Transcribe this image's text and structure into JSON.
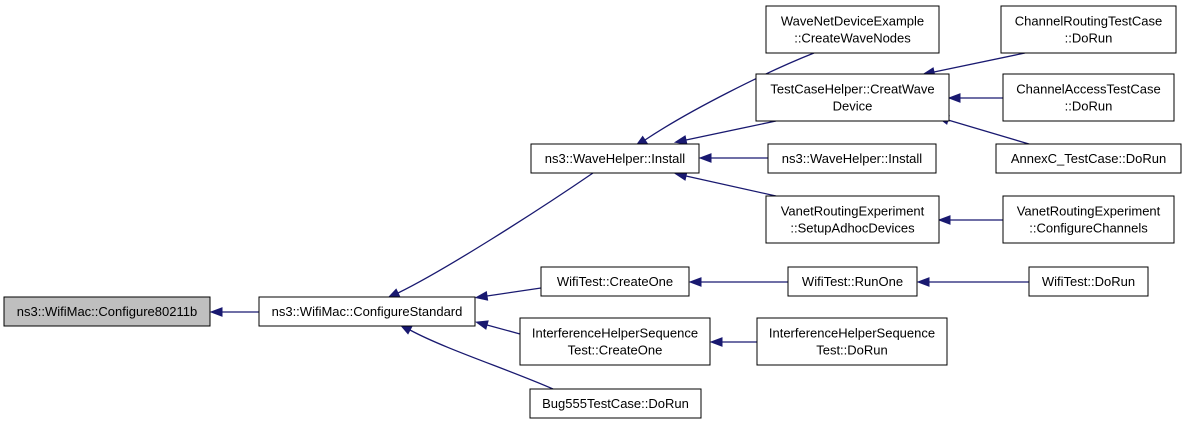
{
  "colors": {
    "edge": "#191970",
    "root_fill": "#bfbfbf",
    "node_fill": "#ffffff",
    "border": "#000000"
  },
  "nodes": [
    {
      "id": "configure80211b",
      "lines": [
        "ns3::WifiMac::Configure80211b"
      ],
      "highlight": true
    },
    {
      "id": "configureStandard",
      "lines": [
        "ns3::WifiMac::ConfigureStandard"
      ]
    },
    {
      "id": "waveHelperInstall",
      "lines": [
        "ns3::WaveHelper::Install"
      ]
    },
    {
      "id": "wifiTestCreateOne",
      "lines": [
        "WifiTest::CreateOne"
      ]
    },
    {
      "id": "interferenceCreateOne",
      "lines": [
        "InterferenceHelperSequence",
        "Test::CreateOne"
      ]
    },
    {
      "id": "bug555",
      "lines": [
        "Bug555TestCase::DoRun"
      ]
    },
    {
      "id": "waveNetDevice",
      "lines": [
        "WaveNetDeviceExample",
        "::CreateWaveNodes"
      ]
    },
    {
      "id": "testCaseHelper",
      "lines": [
        "TestCaseHelper::CreatWave",
        "Device"
      ]
    },
    {
      "id": "waveHelperInstall2",
      "lines": [
        "ns3::WaveHelper::Install"
      ]
    },
    {
      "id": "vanetSetup",
      "lines": [
        "VanetRoutingExperiment",
        "::SetupAdhocDevices"
      ]
    },
    {
      "id": "wifiTestRunOne",
      "lines": [
        "WifiTest::RunOne"
      ]
    },
    {
      "id": "interferenceDoRun",
      "lines": [
        "InterferenceHelperSequence",
        "Test::DoRun"
      ]
    },
    {
      "id": "channelRouting",
      "lines": [
        "ChannelRoutingTestCase",
        "::DoRun"
      ]
    },
    {
      "id": "channelAccess",
      "lines": [
        "ChannelAccessTestCase",
        "::DoRun"
      ]
    },
    {
      "id": "annexC",
      "lines": [
        "AnnexC_TestCase::DoRun"
      ]
    },
    {
      "id": "vanetConfigure",
      "lines": [
        "VanetRoutingExperiment",
        "::ConfigureChannels"
      ]
    },
    {
      "id": "wifiTestDoRun",
      "lines": [
        "WifiTest::DoRun"
      ]
    }
  ],
  "edges": [
    {
      "from": "configureStandard",
      "to": "configure80211b"
    },
    {
      "from": "waveHelperInstall",
      "to": "configureStandard"
    },
    {
      "from": "wifiTestCreateOne",
      "to": "configureStandard"
    },
    {
      "from": "interferenceCreateOne",
      "to": "configureStandard"
    },
    {
      "from": "bug555",
      "to": "configureStandard"
    },
    {
      "from": "waveNetDevice",
      "to": "waveHelperInstall"
    },
    {
      "from": "testCaseHelper",
      "to": "waveHelperInstall"
    },
    {
      "from": "waveHelperInstall2",
      "to": "waveHelperInstall"
    },
    {
      "from": "vanetSetup",
      "to": "waveHelperInstall"
    },
    {
      "from": "wifiTestRunOne",
      "to": "wifiTestCreateOne"
    },
    {
      "from": "interferenceDoRun",
      "to": "interferenceCreateOne"
    },
    {
      "from": "channelRouting",
      "to": "testCaseHelper"
    },
    {
      "from": "channelAccess",
      "to": "testCaseHelper"
    },
    {
      "from": "annexC",
      "to": "testCaseHelper"
    },
    {
      "from": "vanetConfigure",
      "to": "vanetSetup"
    },
    {
      "from": "wifiTestDoRun",
      "to": "wifiTestRunOne"
    }
  ]
}
